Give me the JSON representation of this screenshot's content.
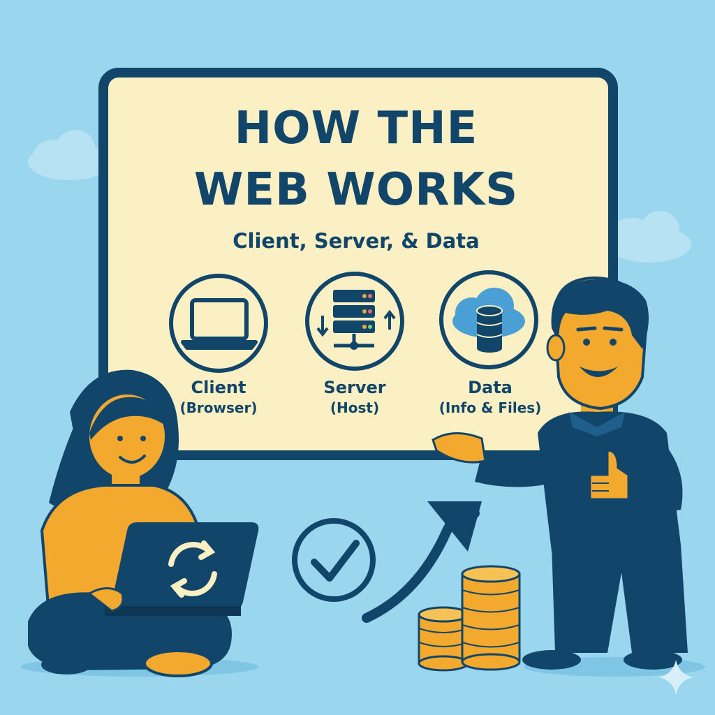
{
  "board": {
    "title_line1": "HOW THE",
    "title_line2": "WEB WORKS",
    "subtitle": "Client, Server, & Data"
  },
  "cards": [
    {
      "title": "Client",
      "caption": "(Browser)",
      "icon": "laptop-icon"
    },
    {
      "title": "Server",
      "caption": "(Host)",
      "icon": "server-rack-icon"
    },
    {
      "title": "Data",
      "caption": "(Info & Files)",
      "icon": "cloud-database-icon"
    }
  ],
  "colors": {
    "background": "#9ad6ee",
    "board_fill": "#fbf0c4",
    "navy": "#11456a",
    "orange": "#f3a92e",
    "cloud_blue": "#4a9fd4"
  },
  "icons": [
    "laptop-icon",
    "server-rack-icon",
    "cloud-database-icon",
    "sync-icon",
    "check-icon",
    "trend-arrow-icon",
    "coin-stack-icon",
    "sparkle-icon",
    "thumbs-up-icon"
  ]
}
